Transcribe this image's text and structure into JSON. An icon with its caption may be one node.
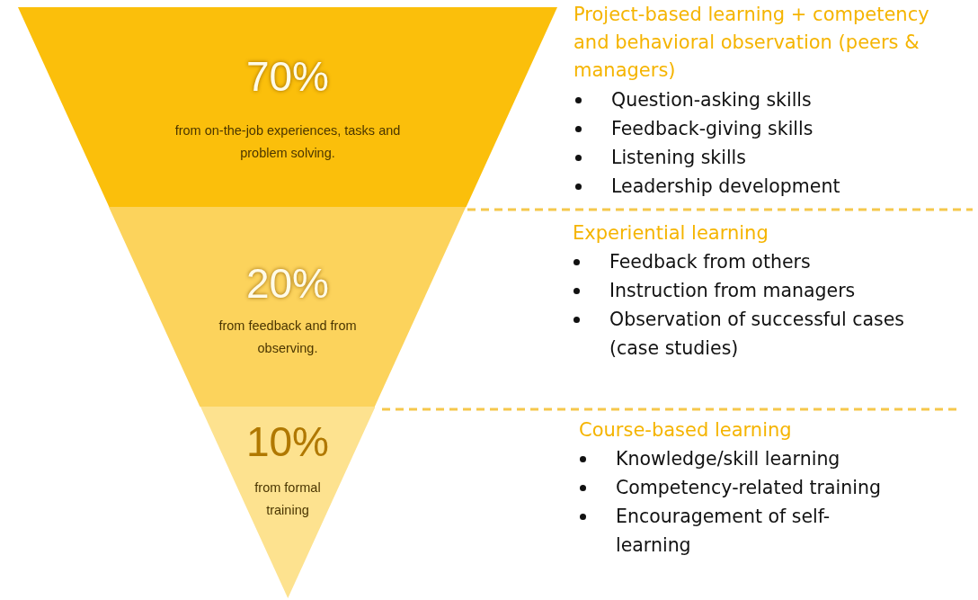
{
  "diagram": {
    "nodes": [
      {
        "text": [
          "70%",
          "from on-the-job experiences, tasks and problem solving."
        ]
      },
      {
        "text": [
          "20%",
          "from feedback and from observing."
        ]
      },
      {
        "text": [
          "10%",
          "from formal training"
        ]
      }
    ],
    "labels": [
      "Project-based learning + competency and behavioral observation (peers & managers)",
      "Question-asking skills",
      "Feedback-giving skills",
      "Listening skills",
      "Leadership development",
      "Experiential learning",
      "Feedback from others",
      "Instruction from managers",
      "Observation of successful cases (case studies)",
      "Course-based learning",
      "Knowledge/skill learning",
      "Competency-related training",
      "Encouragement of self-learning"
    ]
  }
}
